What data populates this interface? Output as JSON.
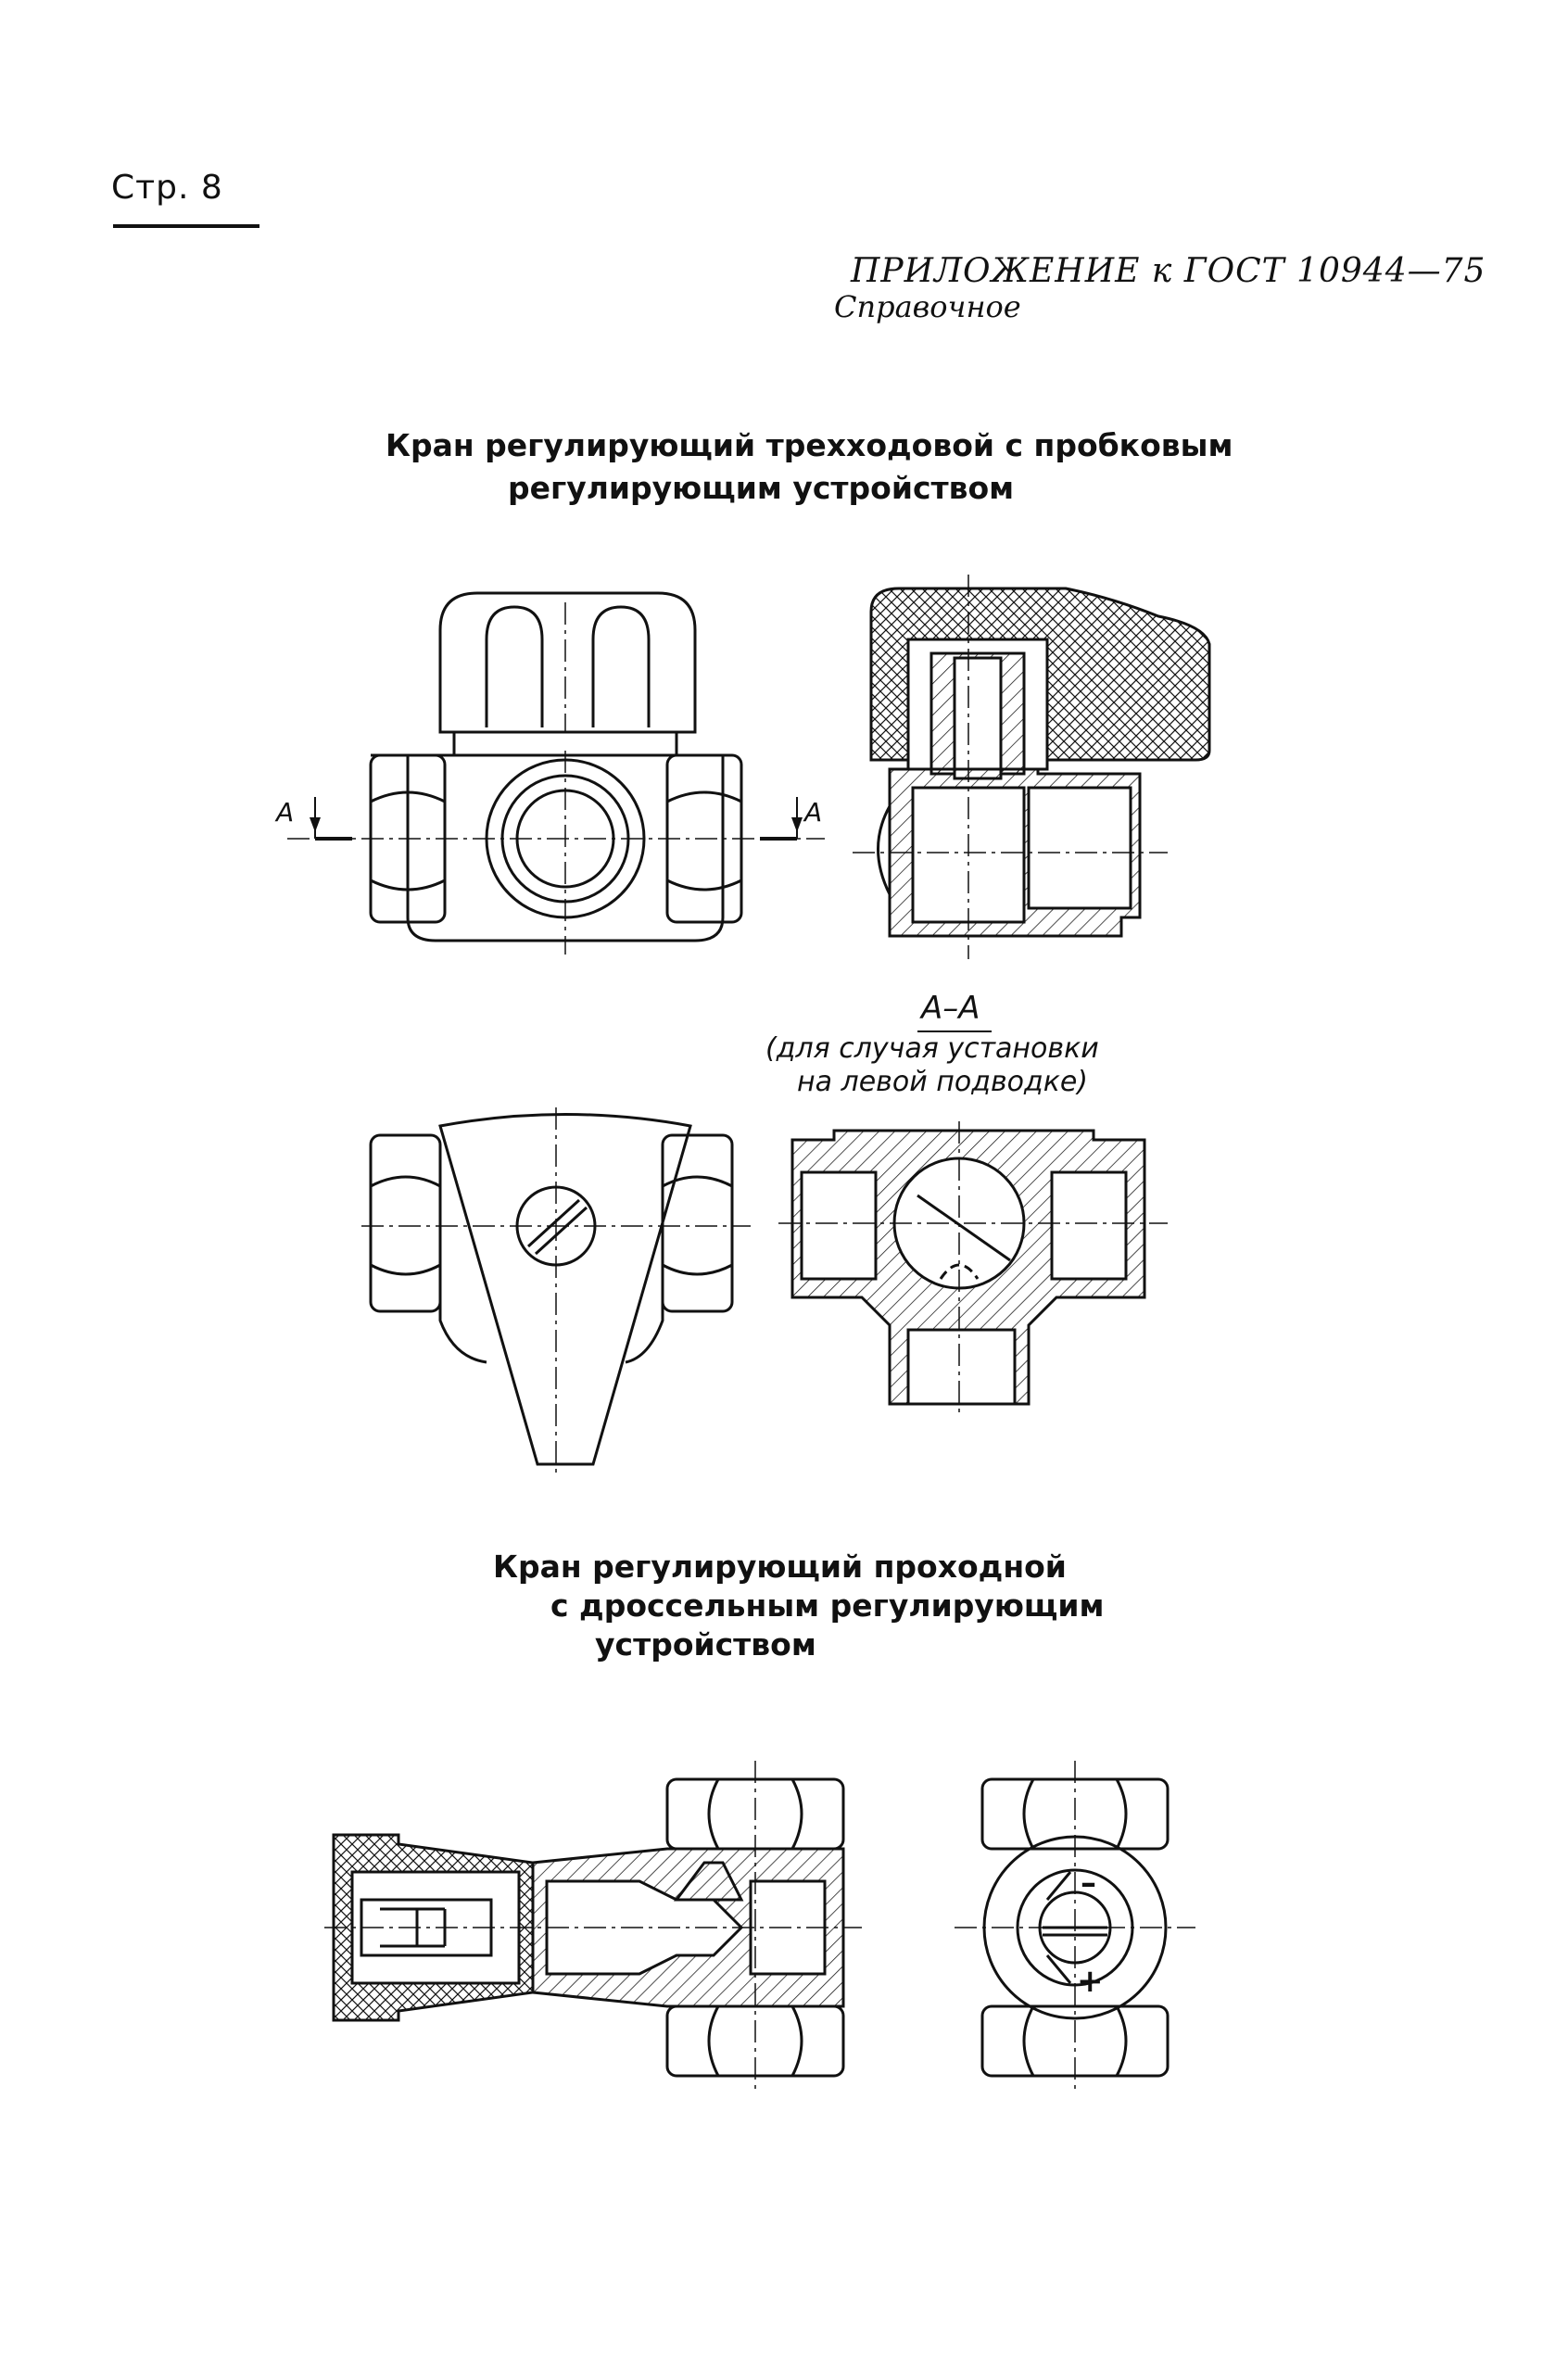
{
  "header": {
    "page_label": "Стр. 8",
    "appendix": "ПРИЛОЖЕНИЕ к ГОСТ 10944—75",
    "reference_note": "Справочное"
  },
  "section1": {
    "title_line1": "Кран регулирующий трехходовой с пробковым",
    "title_line2": "регулирующим устройством",
    "cut_label_left": "А",
    "cut_label_right": "А",
    "section_view": {
      "title": "А–А",
      "note_line1": "(для случая установки",
      "note_line2": "на левой подводке)"
    }
  },
  "section2": {
    "title_line1": "Кран регулирующий проходной",
    "title_line2": "с дроссельным регулирующим",
    "title_line3": "устройством",
    "dial_mark_minus": "–",
    "dial_mark_plus": "+"
  }
}
